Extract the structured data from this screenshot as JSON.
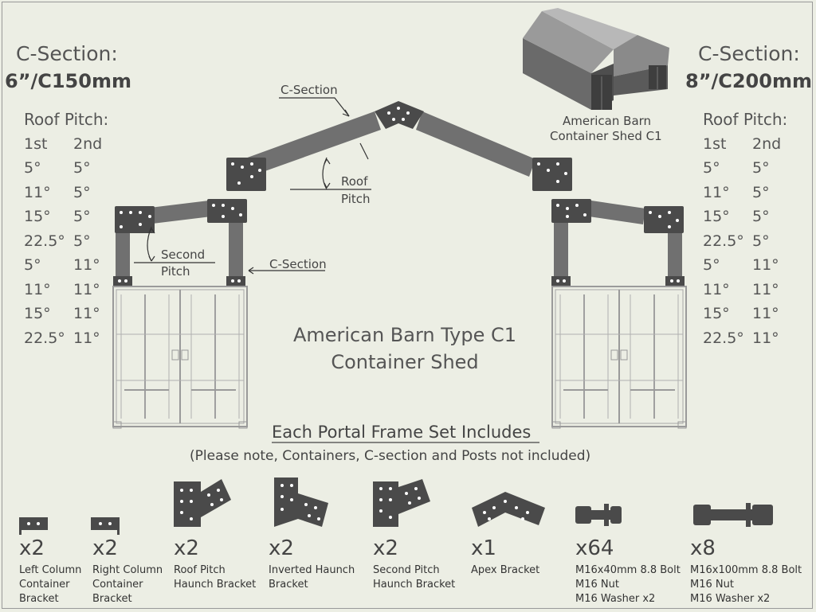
{
  "left_spec": {
    "section_title": "C-Section:",
    "section_size": "6”/C150mm",
    "pitch_title": "Roof Pitch:",
    "col_first": "1st",
    "col_second": "2nd",
    "rows": [
      [
        "5°",
        "5°"
      ],
      [
        "11°",
        "5°"
      ],
      [
        "15°",
        "5°"
      ],
      [
        "22.5°",
        "5°"
      ],
      [
        "5°",
        "11°"
      ],
      [
        "11°",
        "11°"
      ],
      [
        "15°",
        "11°"
      ],
      [
        "22.5°",
        "11°"
      ]
    ]
  },
  "right_spec": {
    "section_title": "C-Section:",
    "section_size": "8”/C200mm",
    "pitch_title": "Roof Pitch:",
    "col_first": "1st",
    "col_second": "2nd",
    "rows": [
      [
        "5°",
        "5°"
      ],
      [
        "11°",
        "5°"
      ],
      [
        "15°",
        "5°"
      ],
      [
        "22.5°",
        "5°"
      ],
      [
        "5°",
        "11°"
      ],
      [
        "11°",
        "11°"
      ],
      [
        "15°",
        "11°"
      ],
      [
        "22.5°",
        "11°"
      ]
    ]
  },
  "thumbnail": {
    "caption_line1": "American Barn",
    "caption_line2": "Container Shed C1"
  },
  "callouts": {
    "c_section_top": "C-Section",
    "roof_pitch_line1": "Roof",
    "roof_pitch_line2": "Pitch",
    "second_pitch_line1": "Second",
    "second_pitch_line2": "Pitch",
    "c_section_side": "C-Section"
  },
  "center_title": {
    "line1": "American Barn Type C1",
    "line2": "Container Shed"
  },
  "includes": {
    "title": "Each Portal Frame Set Includes",
    "note": "(Please note, Containers, C-section and Posts not included)",
    "parts": [
      {
        "icon": "left-column-bracket-icon",
        "qty": "x2",
        "name": [
          "Left Column",
          "Container",
          "Bracket"
        ]
      },
      {
        "icon": "right-column-bracket-icon",
        "qty": "x2",
        "name": [
          "Right Column",
          "Container",
          "Bracket"
        ]
      },
      {
        "icon": "roof-pitch-haunch-bracket-icon",
        "qty": "x2",
        "name": [
          "Roof Pitch",
          "Haunch Bracket"
        ]
      },
      {
        "icon": "inverted-haunch-bracket-icon",
        "qty": "x2",
        "name": [
          "Inverted Haunch",
          "Bracket"
        ]
      },
      {
        "icon": "second-pitch-haunch-bracket-icon",
        "qty": "x2",
        "name": [
          "Second Pitch",
          "Haunch Bracket"
        ]
      },
      {
        "icon": "apex-bracket-icon",
        "qty": "x1",
        "name": [
          "Apex Bracket"
        ]
      },
      {
        "icon": "m16x40-bolt-icon",
        "qty": "x64",
        "name": [
          "M16x40mm 8.8 Bolt",
          "M16 Nut",
          "M16 Washer x2"
        ]
      },
      {
        "icon": "m16x100-bolt-icon",
        "qty": "x8",
        "name": [
          "M16x100mm 8.8 Bolt",
          "M16 Nut",
          "M16 Washer x2"
        ]
      }
    ]
  },
  "colors": {
    "background": "#eceee4",
    "steel": "#707070",
    "bracket": "#4a4a4a",
    "container_line": "#9a9a9a",
    "text": "#444444"
  }
}
